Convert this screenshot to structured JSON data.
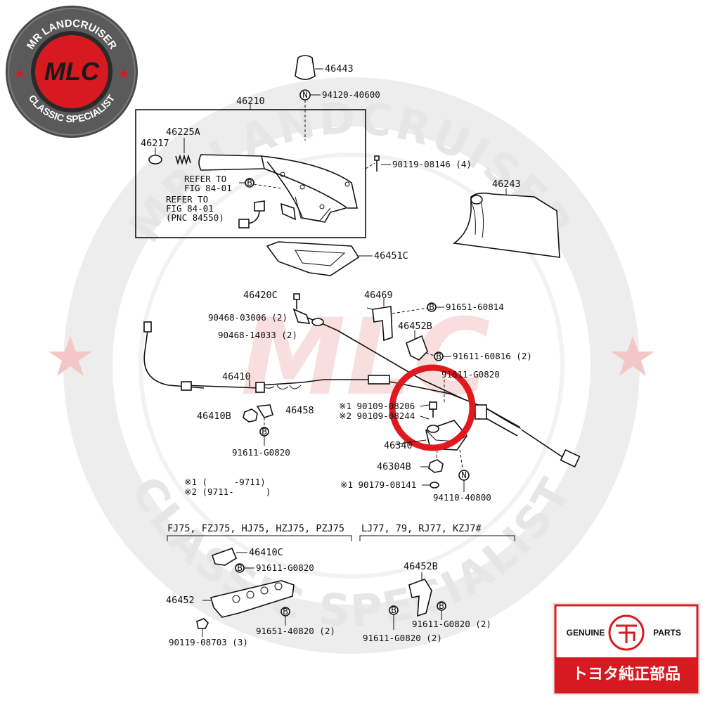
{
  "logo": {
    "top_text": "MR LANDCRUISER",
    "center_text": "MLC",
    "bottom_text": "CLASSIC SPECIALIST"
  },
  "watermark": {
    "top_arc": "MR LANDCRUISER",
    "bottom_arc": "CLASSIC SPECIALIST",
    "center": "MLC"
  },
  "badge": {
    "left_text": "GENUINE",
    "right_text": "PARTS",
    "bottom_text": "トヨタ純正部品"
  },
  "labels": {
    "p46443": "46443",
    "p94120": "94120-40600",
    "p46210": "46210",
    "p46225a": "46225A",
    "p46217": "46217",
    "refer1a": "REFER TO",
    "refer1b": "FIG 84-01",
    "refer2a": "REFER TO",
    "refer2b": "FIG 84-01",
    "refer2c": "(PNC 84550)",
    "p90119_08146": "90119-08146 (4)",
    "p46243": "46243",
    "p46451c": "46451C",
    "p46420c": "46420C",
    "p90468_03006": "90468-03006 (2)",
    "p90468_14033": "90468-14033 (2)",
    "p46469": "46469",
    "p91651_60814": "91651-60814",
    "p46452b": "46452B",
    "p91611_60816": "91611-60816 (2)",
    "p91611_g0820a": "91611-G0820",
    "p46410": "46410",
    "p46410b": "46410B",
    "p46458": "46458",
    "p91611_g0820b": "91611-G0820",
    "star1_part": "※1 90109-08206",
    "star2_part": "※2 90109-08244",
    "p46340": "46340",
    "p46304b": "46304B",
    "star1_90179": "※1 90179-08141",
    "p94110": "94110-40800",
    "note1": "※1 (     -9711)",
    "note2": "※2 (9711-      )",
    "group1_title": "FJ75, FZJ75, HJ75, HZJ75, PZJ75",
    "group2_title": "LJ77, 79, RJ77, KZJ7#",
    "g1_46410c": "46410C",
    "g1_91611": "91611-G0820",
    "g1_46452": "46452",
    "g1_90119": "90119-08703 (3)",
    "g1_91651": "91651-40820 (2)",
    "g2_46452b": "46452B",
    "g2_91611a": "91611-G0820 (2)",
    "g2_91611b": "91611-G0820 (2)",
    "mark_n": "N",
    "mark_b": "B"
  },
  "colors": {
    "highlight_circle": "#e0191f",
    "brand_red": "#d71920",
    "watermark": "#e6e6e6"
  }
}
